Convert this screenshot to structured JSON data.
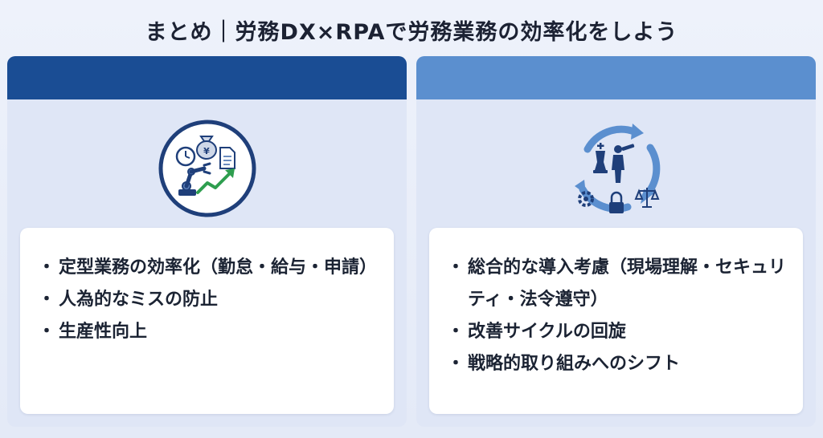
{
  "title": "まとめ｜労務DX×RPAで労務業務の効率化をしよう",
  "left": {
    "header_color": "#1a4d94",
    "icon": "rpa-automation-icon",
    "items": [
      "定型業務の効率化（勤怠・給与・申請）",
      "人為的なミスの防止",
      "生産性向上"
    ]
  },
  "right": {
    "header_color": "#5b8fcf",
    "icon": "strategy-cycle-icon",
    "items": [
      "総合的な導入考慮（現場理解・セキュリティ・法令遵守）",
      "改善サイクルの回旋",
      "戦略的取り組みへのシフト"
    ]
  }
}
